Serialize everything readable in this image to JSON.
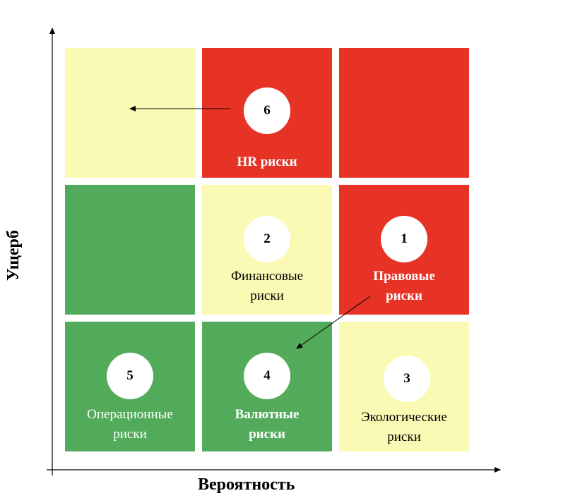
{
  "axes": {
    "x_label": "Вероятность",
    "y_label": "Ущерб"
  },
  "colors": {
    "red": "#e63325",
    "yellow": "#fafab5",
    "green": "#52ab5a",
    "white": "#ffffff",
    "black": "#000000"
  },
  "grid": [
    {
      "row": 0,
      "col": 0,
      "color": "yellow"
    },
    {
      "row": 0,
      "col": 1,
      "color": "red"
    },
    {
      "row": 0,
      "col": 2,
      "color": "red"
    },
    {
      "row": 1,
      "col": 0,
      "color": "green"
    },
    {
      "row": 1,
      "col": 1,
      "color": "yellow"
    },
    {
      "row": 1,
      "col": 2,
      "color": "red"
    },
    {
      "row": 2,
      "col": 0,
      "color": "green"
    },
    {
      "row": 2,
      "col": 1,
      "color": "green"
    },
    {
      "row": 2,
      "col": 2,
      "color": "yellow"
    }
  ],
  "risks": [
    {
      "number": "6",
      "label": "HR риски",
      "row": 0,
      "col": 1
    },
    {
      "number": "2",
      "label": "Финансовые\nриски",
      "row": 1,
      "col": 1
    },
    {
      "number": "1",
      "label": "Правовые\nриски",
      "row": 1,
      "col": 2
    },
    {
      "number": "5",
      "label": "Операционные\nриски",
      "row": 2,
      "col": 0
    },
    {
      "number": "4",
      "label": "Валютные\nриски",
      "row": 2,
      "col": 1
    },
    {
      "number": "3",
      "label": "Экологические\nриски",
      "row": 2,
      "col": 2
    }
  ]
}
